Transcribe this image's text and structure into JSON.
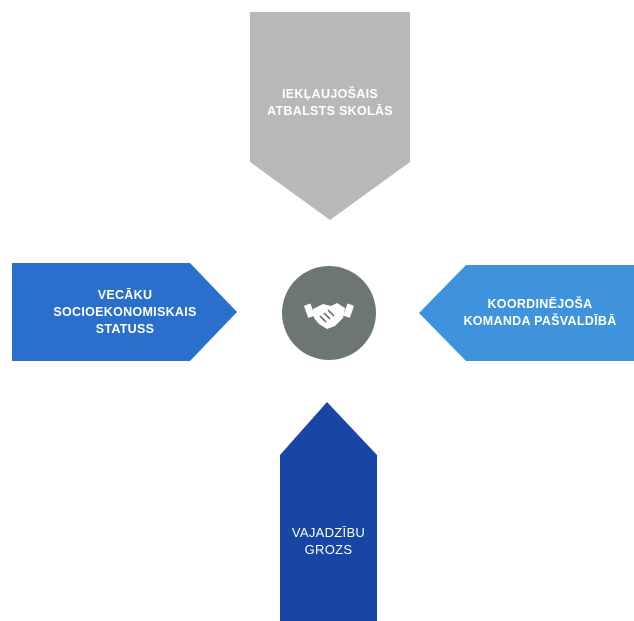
{
  "diagram": {
    "center": {
      "icon": "handshake-icon",
      "color": "#6d7672"
    },
    "arrows": {
      "top": {
        "lines": [
          "IEKĻAUJOŠAIS",
          "ATBALSTS SKOLĀS"
        ],
        "color": "#b6b8b9"
      },
      "left": {
        "lines": [
          "VECĀKU",
          "SOCIOEKONOMISKAIS",
          "STATUSS"
        ],
        "color": "#2a6fcb"
      },
      "right": {
        "lines": [
          "KOORDINĒJOŠA",
          "KOMANDA PAŠVALDĪBĀ"
        ],
        "color": "#3f93dc"
      },
      "bottom": {
        "lines": [
          "VAJADZĪBU",
          "GROZS"
        ],
        "color": "#1846a6"
      }
    }
  }
}
